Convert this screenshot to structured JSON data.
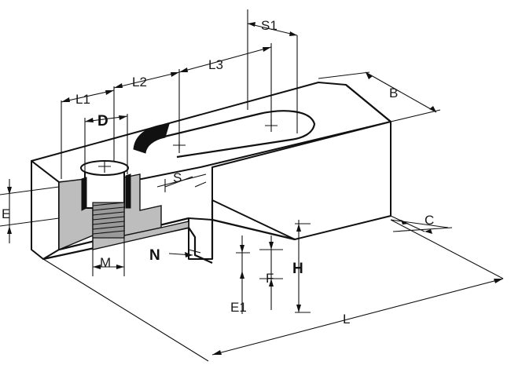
{
  "labels": {
    "S1": "S1",
    "B": "B",
    "L3": "L3",
    "L2": "L2",
    "L1": "L1",
    "D": "D",
    "S": "S",
    "E": "E",
    "C": "C",
    "H": "H",
    "M": "M",
    "N": "N",
    "F": "F",
    "E1": "E1",
    "L": "L"
  }
}
